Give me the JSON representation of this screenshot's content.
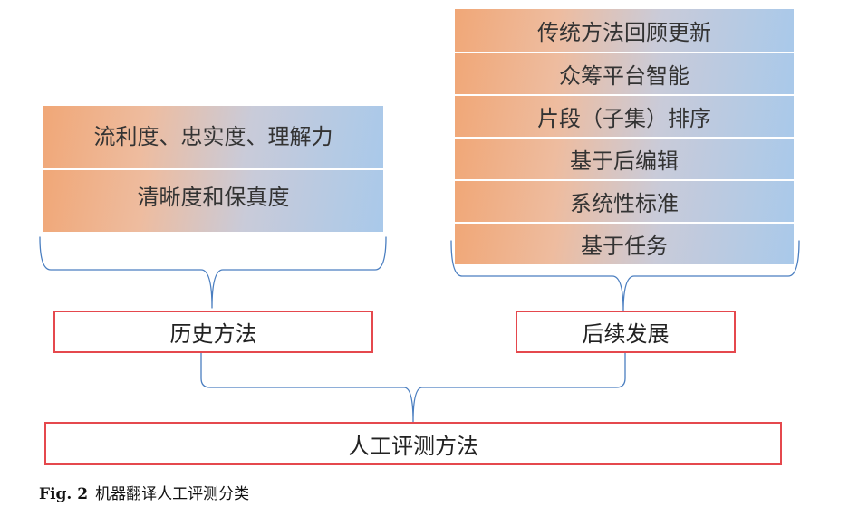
{
  "left_group": {
    "items": [
      {
        "label": "流利度、忠实度、理解力"
      },
      {
        "label": "清晰度和保真度"
      }
    ]
  },
  "right_group": {
    "items": [
      {
        "label": "传统方法回顾更新"
      },
      {
        "label": "众筹平台智能"
      },
      {
        "label": "片段（子集）排序"
      },
      {
        "label": "基于后编辑"
      },
      {
        "label": "系统性标准"
      },
      {
        "label": "基于任务"
      }
    ]
  },
  "categories": {
    "historical": "历史方法",
    "subsequent": "后续发展"
  },
  "root": {
    "label": "人工评测方法"
  },
  "caption": {
    "fig_label": "Fig. 2",
    "text": "机器翻译人工评测分类"
  },
  "colors": {
    "gradient_start": "#f0a777",
    "gradient_end": "#a9c9ea",
    "box_border": "#e5484d",
    "connector": "#4a7ec0"
  }
}
